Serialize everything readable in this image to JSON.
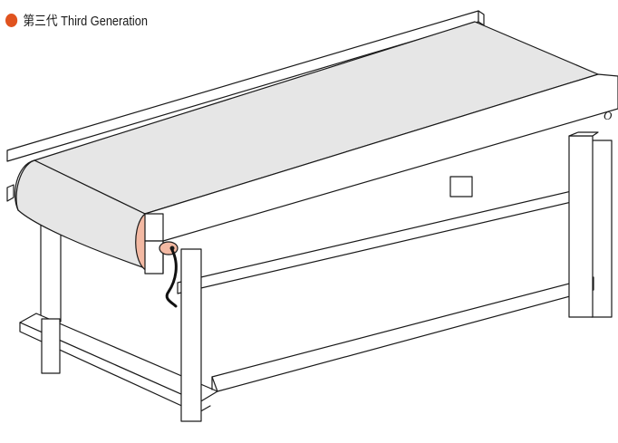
{
  "header": {
    "title": "第三代 Third Generation",
    "accent_color": "#e0531f"
  },
  "diagram": {
    "subject": "conveyor-belt-machine",
    "side_label": "O",
    "colors": {
      "stroke": "#1a1a1a",
      "belt": "#e6e6e6",
      "frame": "#ffffff",
      "roller_end": "#f3b9a3",
      "cable": "#111111"
    }
  }
}
